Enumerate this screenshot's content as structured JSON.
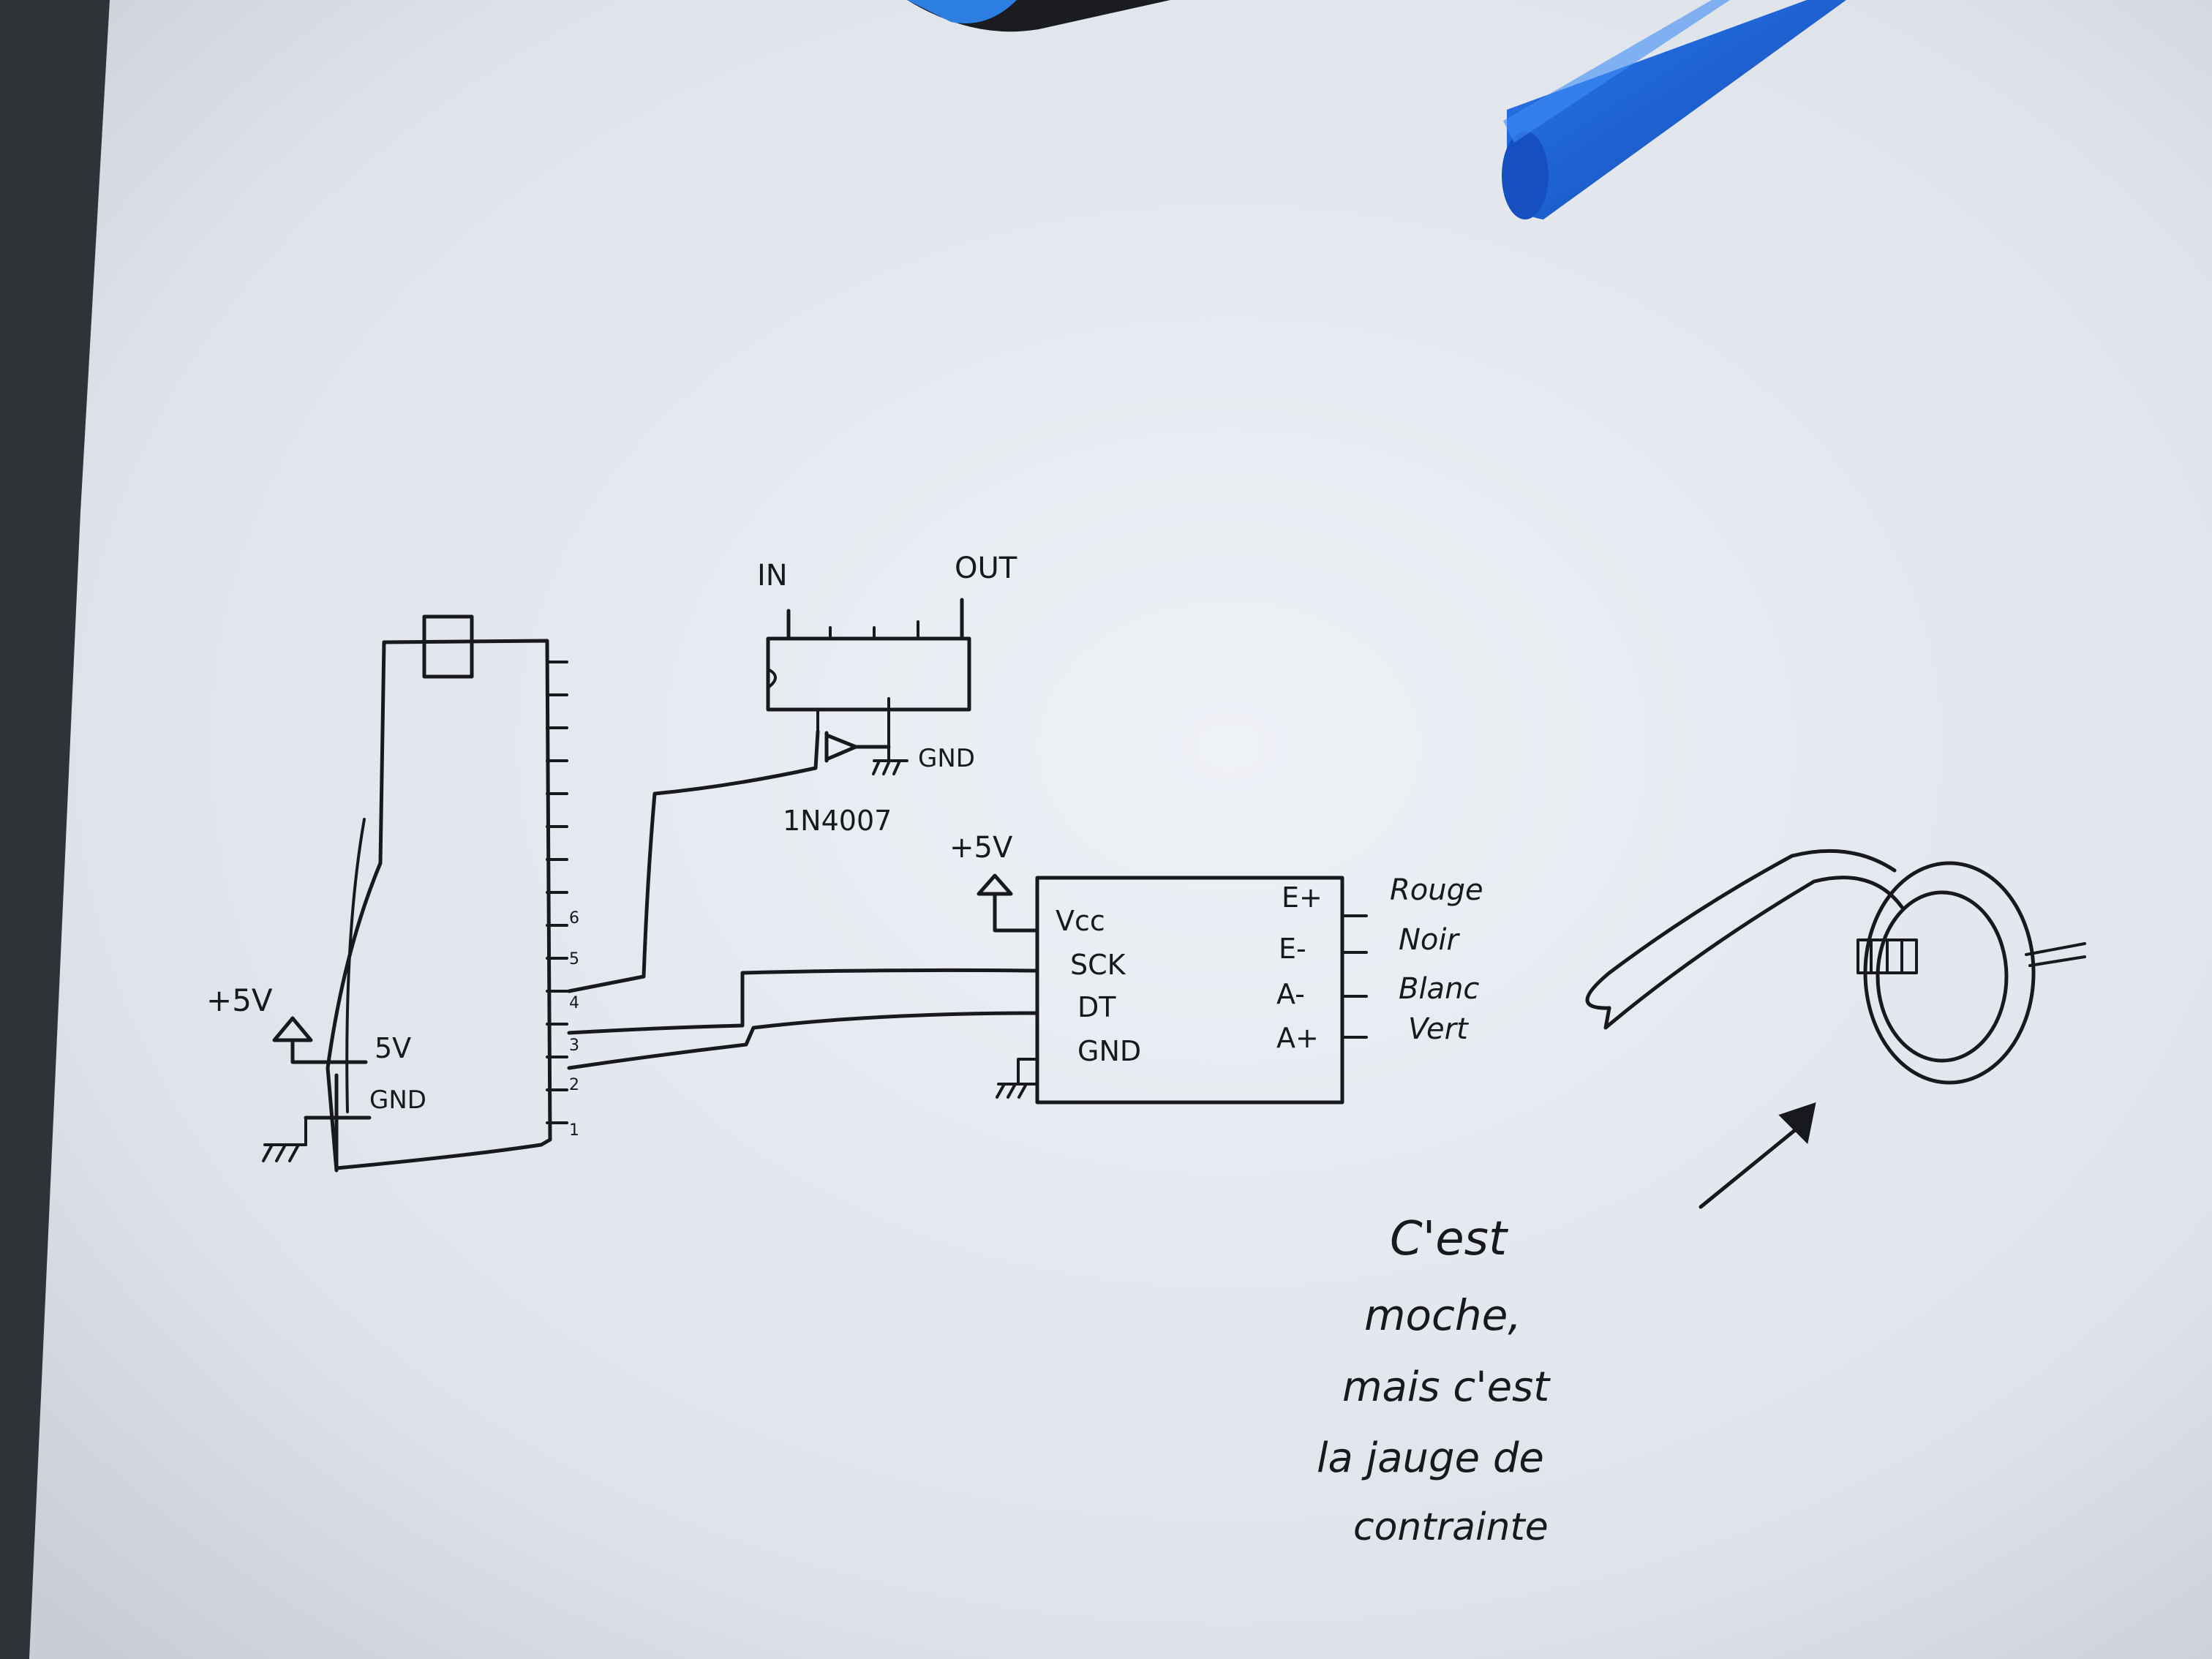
{
  "diagram": {
    "regulator": {
      "in_label": "IN",
      "out_label": "OUT",
      "gnd_label": "GND",
      "diode_label": "1N4007"
    },
    "arduino": {
      "supply_label": "+5V",
      "pin_5v": "5V",
      "pin_gnd": "GND",
      "pins": [
        "1",
        "2",
        "3",
        "4",
        "5",
        "6"
      ]
    },
    "hx711": {
      "supply_label": "+5V",
      "left_pins": [
        "Vcc",
        "SCK",
        "DT",
        "GND"
      ],
      "right_pins": [
        "E+",
        "E-",
        "A-",
        "A+"
      ],
      "wire_colors": [
        "Rouge",
        "Noir",
        "Blanc",
        "Vert"
      ]
    },
    "note": [
      "C'est",
      "moche,",
      "mais c'est",
      "la jauge de",
      "contrainte"
    ]
  },
  "colors": {
    "paper": "#e3e7ee",
    "ink": "#17191d",
    "pen_blue": "#1b5fcf",
    "background": "#2f3236"
  }
}
